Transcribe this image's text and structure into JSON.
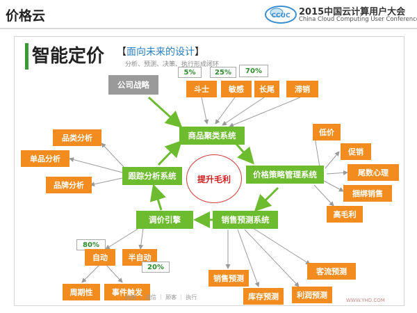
{
  "header": {
    "brand": "价格云",
    "conference_title": "2015中国云计算用户大会",
    "conference_subtitle": "China Cloud Computing User Conference",
    "logo_text": "CCUC"
  },
  "slide": {
    "title": "智能定价",
    "subtitle_open": "【",
    "subtitle": "面向未来的设计",
    "subtitle_close": "】",
    "description": "分析、预测、决策、执行形成闭环"
  },
  "diagram": {
    "center": "提升毛利",
    "strategy": "公司战略",
    "nodes": {
      "category": "商品聚类系统",
      "pricing_mgmt": "价格策略管理系统",
      "sales_forecast": "销售预测系统",
      "price_engine": "调价引擎",
      "tracking": "跟踪分析系统"
    },
    "top_groups": [
      "斗士",
      "敏感",
      "长尾",
      "滞销"
    ],
    "top_percentages": [
      "5%",
      "25%",
      "70%"
    ],
    "pricing_outputs": [
      "低价",
      "促销",
      "尾数心理",
      "捆绑销售",
      "高毛利"
    ],
    "forecast_outputs": [
      "客流预测",
      "销售预测",
      "库存预测",
      "利润预测"
    ],
    "analysis_outputs": [
      "品类分析",
      "单品分析",
      "品牌分析"
    ],
    "engine_modes": [
      "自动",
      "半自动"
    ],
    "engine_percentages": [
      "80%",
      "20%"
    ],
    "engine_triggers": [
      "周期性",
      "事件触发"
    ]
  },
  "footer": {
    "values_text": "创新 ｜ 诚信 ｜ 顾客 ｜ 执行",
    "watermark": "WWW.YHD.COM"
  },
  "colors": {
    "green": "#6dbb2e",
    "orange": "#f28c1e",
    "gray": "#9a9a9a",
    "accent": "#3a9a3a",
    "center_border": "#d63a3a"
  }
}
